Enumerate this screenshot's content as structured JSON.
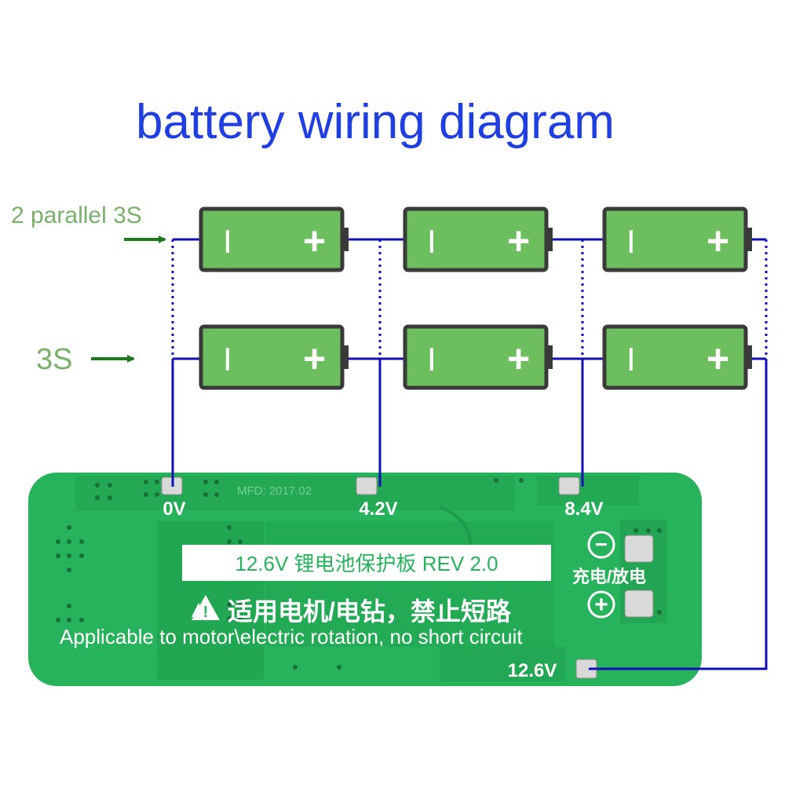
{
  "title": "battery wiring diagram",
  "config_labels": {
    "parallel": "2 parallel 3S",
    "series": "3S"
  },
  "battery": {
    "negative_symbol": "I",
    "positive_symbol": "+"
  },
  "board": {
    "mfd": "MFD: 2017.02",
    "label": "12.6V 锂电池保护板 REV 2.0",
    "warning": "适用电机/电钻，禁止短路",
    "english_note": "Applicable to motor\\electric rotation, no short circuit",
    "charge_discharge": "充电/放电",
    "terminals": {
      "t0": "0V",
      "t1": "4.2V",
      "t2": "8.4V",
      "t3": "12.6V"
    },
    "minus_symbol": "−",
    "plus_symbol": "+"
  },
  "colors": {
    "title": "#1f3fe0",
    "label_green": "#79b06a",
    "arrow_green": "#1d7a1d",
    "wire": "#1010b4",
    "battery_body": "#6cbe5e",
    "battery_outline": "#3a3a3a",
    "pcb": "#27b35b",
    "pcb_dark": "#1d9a4b"
  }
}
